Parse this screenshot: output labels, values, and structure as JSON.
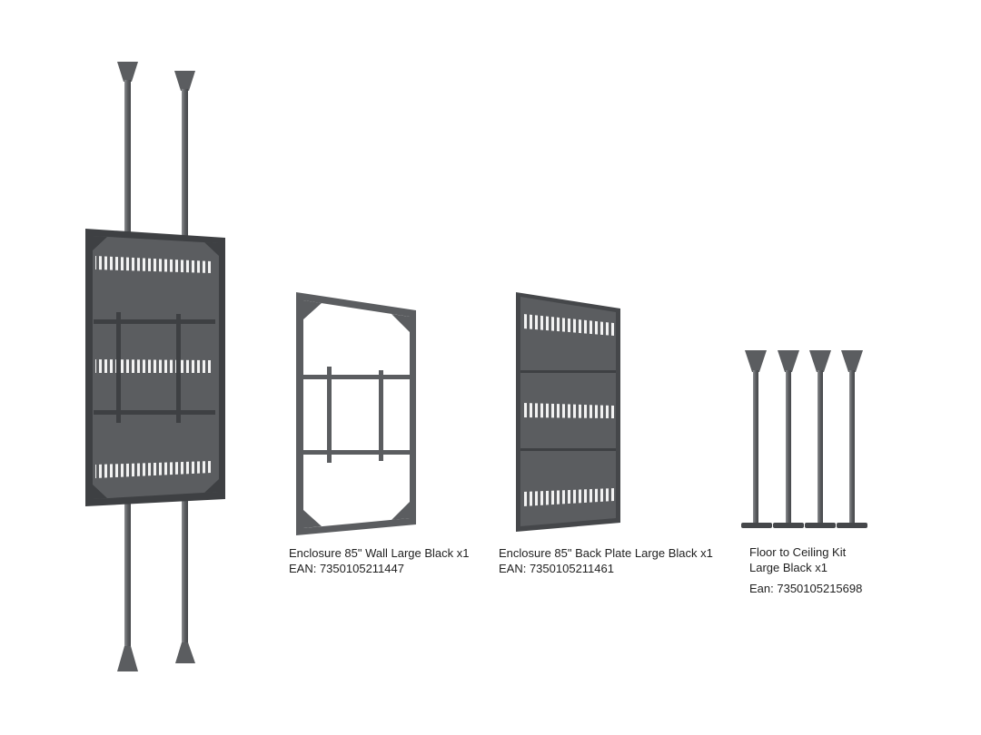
{
  "products": [
    {
      "name": "Enclosure 85\" Wall Large Black x1",
      "ean": "EAN: 7350105211447"
    },
    {
      "name": "Enclosure 85\" Back Plate Large Black x1",
      "ean": "EAN: 7350105211461"
    },
    {
      "name_line1": "Floor to Ceiling Kit",
      "name_line2": "Large Black x1",
      "ean": "Ean: 7350105215698"
    }
  ],
  "colors": {
    "metal": "#5b5d60",
    "metal_dark": "#3e4043",
    "metal_light": "#8a8c8f",
    "slot": "#f2f2f2",
    "background": "#ffffff"
  }
}
